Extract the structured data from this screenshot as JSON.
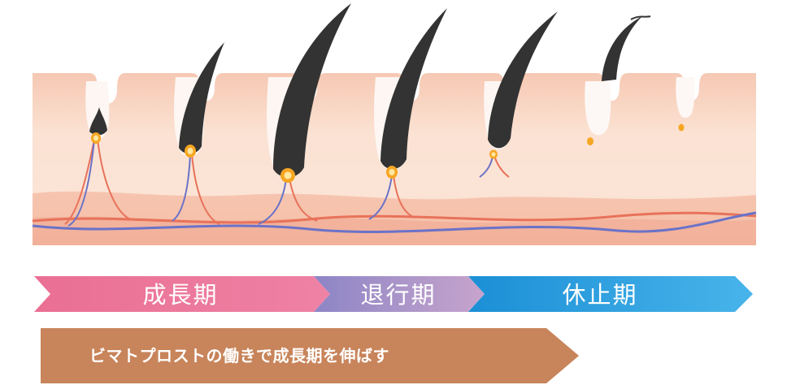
{
  "phases": [
    {
      "label": "成長期",
      "color_start": "#ea6f94",
      "color_end": "#ee82a5"
    },
    {
      "label": "退行期",
      "color_start": "#8d85c6",
      "color_end": "#c7a4cc"
    },
    {
      "label": "休止期",
      "color_start": "#1b8fd6",
      "color_end": "#48b4ea"
    }
  ],
  "note": {
    "text": "ビマトプロストの働きで成長期を伸ばす",
    "color": "#c8845a"
  },
  "colors": {
    "skin_light": "#fbe3d4",
    "skin_mid": "#f6c7b1",
    "skin_deep": "#f2b29b",
    "hair": "#333333",
    "follicle": "#fdf8f5",
    "bulb": "#f6a623",
    "artery": "#e8725a",
    "vein": "#6a72c8"
  }
}
